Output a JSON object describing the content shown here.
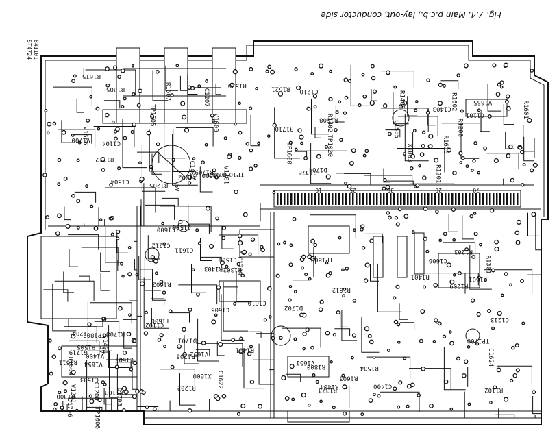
{
  "figure": {
    "caption": "Fig. 7.4. Main p.c.b., lay-out, conductor side",
    "code_left": "ST4724",
    "code_left2": "841101"
  },
  "connector_numbers": [
    "70",
    "25",
    "20",
    "10",
    "30"
  ],
  "labels": [
    "X1002",
    "X1003",
    "R1302",
    "R1301",
    "R1300",
    "V1700",
    "R1376",
    "C1709",
    "R1373",
    "C1607",
    "R1607",
    "R1608",
    "C1622",
    "C1624",
    "V1654",
    "V1656",
    "V1655",
    "C1611",
    "TP1700",
    "R1708",
    "R1709",
    "R1710",
    "R1602",
    "R1603",
    "R1604",
    "V1600",
    "R1601",
    "C1610",
    "R1612",
    "R1611",
    "R1615",
    "R1616",
    "T1600",
    "F1601",
    "G1719",
    "TP1010",
    "TP1020",
    "V1652",
    "V1651",
    "TP1803",
    "R1805",
    "C1403",
    "IC1600",
    "R1800",
    "D1706",
    "R1712",
    "D1704",
    "D1701",
    "D1702",
    "D1703",
    "R1713",
    "C1101",
    "C1102",
    "R1102",
    "R1103",
    "C1104",
    "R1201",
    "R1202",
    "R1203",
    "R1204",
    "R1205",
    "R1206",
    "R1208",
    "R1209",
    "C1208",
    "C1207",
    "C1210",
    "C1212",
    "C1213",
    "V1201",
    "R1520",
    "R1521",
    "C1501",
    "R1504",
    "R1505",
    "C1504",
    "C1505",
    "C1506",
    "TP1800",
    "V1400",
    "V1401",
    "R1400",
    "R1401",
    "C1400",
    "C1401",
    "C1402",
    "R1402",
    "R1403",
    "R1404",
    "C1503",
    "C1500",
    "R1602",
    "X1600",
    "R1401",
    "TP1606",
    "TP1605",
    "TP1600",
    "C1605",
    "C1606",
    "5V",
    "-5V"
  ]
}
